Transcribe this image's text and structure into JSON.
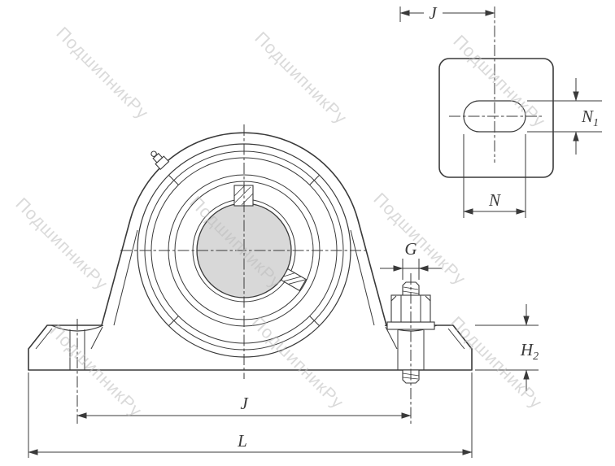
{
  "watermark": {
    "text": "ПодшипникРу"
  },
  "labels": {
    "j_top": "J",
    "n1": {
      "base": "N",
      "sub": "1"
    },
    "n": "N",
    "g": "G",
    "h2": {
      "base": "H",
      "sub": "2"
    },
    "j_bottom": "J",
    "l": "L"
  },
  "colors": {
    "line": "#3a3a3a",
    "bore-fill": "#d8d8d8",
    "watermark": "#bcbcbc"
  }
}
